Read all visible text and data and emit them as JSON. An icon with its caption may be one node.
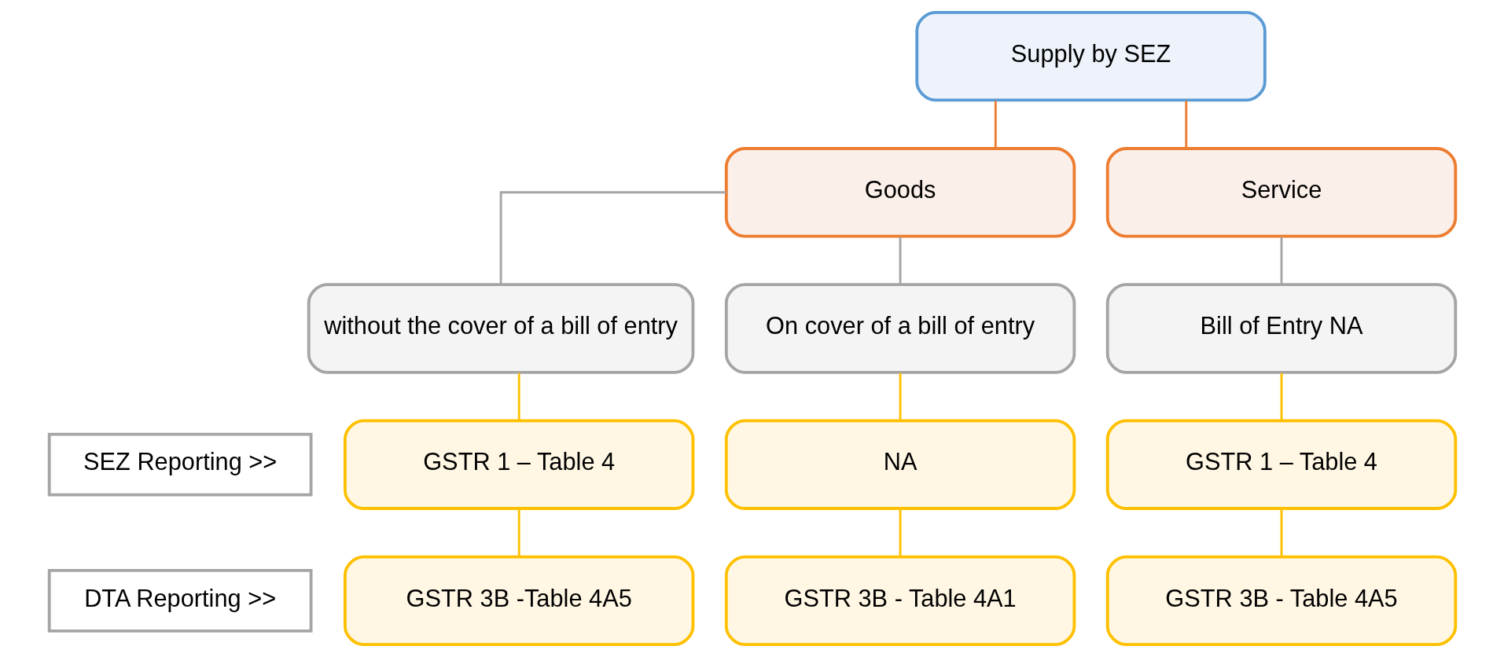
{
  "diagram": {
    "nodes": [
      {
        "text": [
          "Supply by SEZ"
        ]
      },
      {
        "text": [
          "Goods"
        ]
      },
      {
        "text": [
          "Service"
        ]
      },
      {
        "text": [
          "without the cover of a bill of entry"
        ]
      },
      {
        "text": [
          "On cover of a bill of entry"
        ]
      },
      {
        "text": [
          "Bill of Entry NA"
        ]
      },
      {
        "text": [
          "SEZ Reporting >>"
        ]
      },
      {
        "text": [
          "GSTR 1 – Table 4"
        ]
      },
      {
        "text": [
          "NA"
        ]
      },
      {
        "text": [
          "GSTR 1 – Table 4"
        ]
      },
      {
        "text": [
          "DTA Reporting >>"
        ]
      },
      {
        "text": [
          "GSTR 3B -Table 4A5"
        ]
      },
      {
        "text": [
          "GSTR 3B - Table 4A1"
        ]
      },
      {
        "text": [
          "GSTR 3B - Table 4A5"
        ]
      }
    ],
    "edges": [
      {
        "from": 0,
        "to": 1,
        "arrow": "none",
        "color": "#ed7d31"
      },
      {
        "from": 0,
        "to": 2,
        "arrow": "none",
        "color": "#ed7d31"
      },
      {
        "from": 1,
        "to": 3,
        "arrow": "none",
        "color": "#a5a5a5"
      },
      {
        "from": 1,
        "to": 4,
        "arrow": "none",
        "color": "#a5a5a5"
      },
      {
        "from": 2,
        "to": 5,
        "arrow": "none",
        "color": "#a5a5a5"
      },
      {
        "from": 3,
        "to": 7,
        "arrow": "none"
      },
      {
        "from": 4,
        "to": 8,
        "arrow": "none"
      },
      {
        "from": 5,
        "to": 9,
        "arrow": "none"
      },
      {
        "from": 7,
        "to": 11,
        "arrow": "none"
      },
      {
        "from": 8,
        "to": 12,
        "arrow": "none"
      },
      {
        "from": 9,
        "to": 13,
        "arrow": "none"
      }
    ]
  }
}
